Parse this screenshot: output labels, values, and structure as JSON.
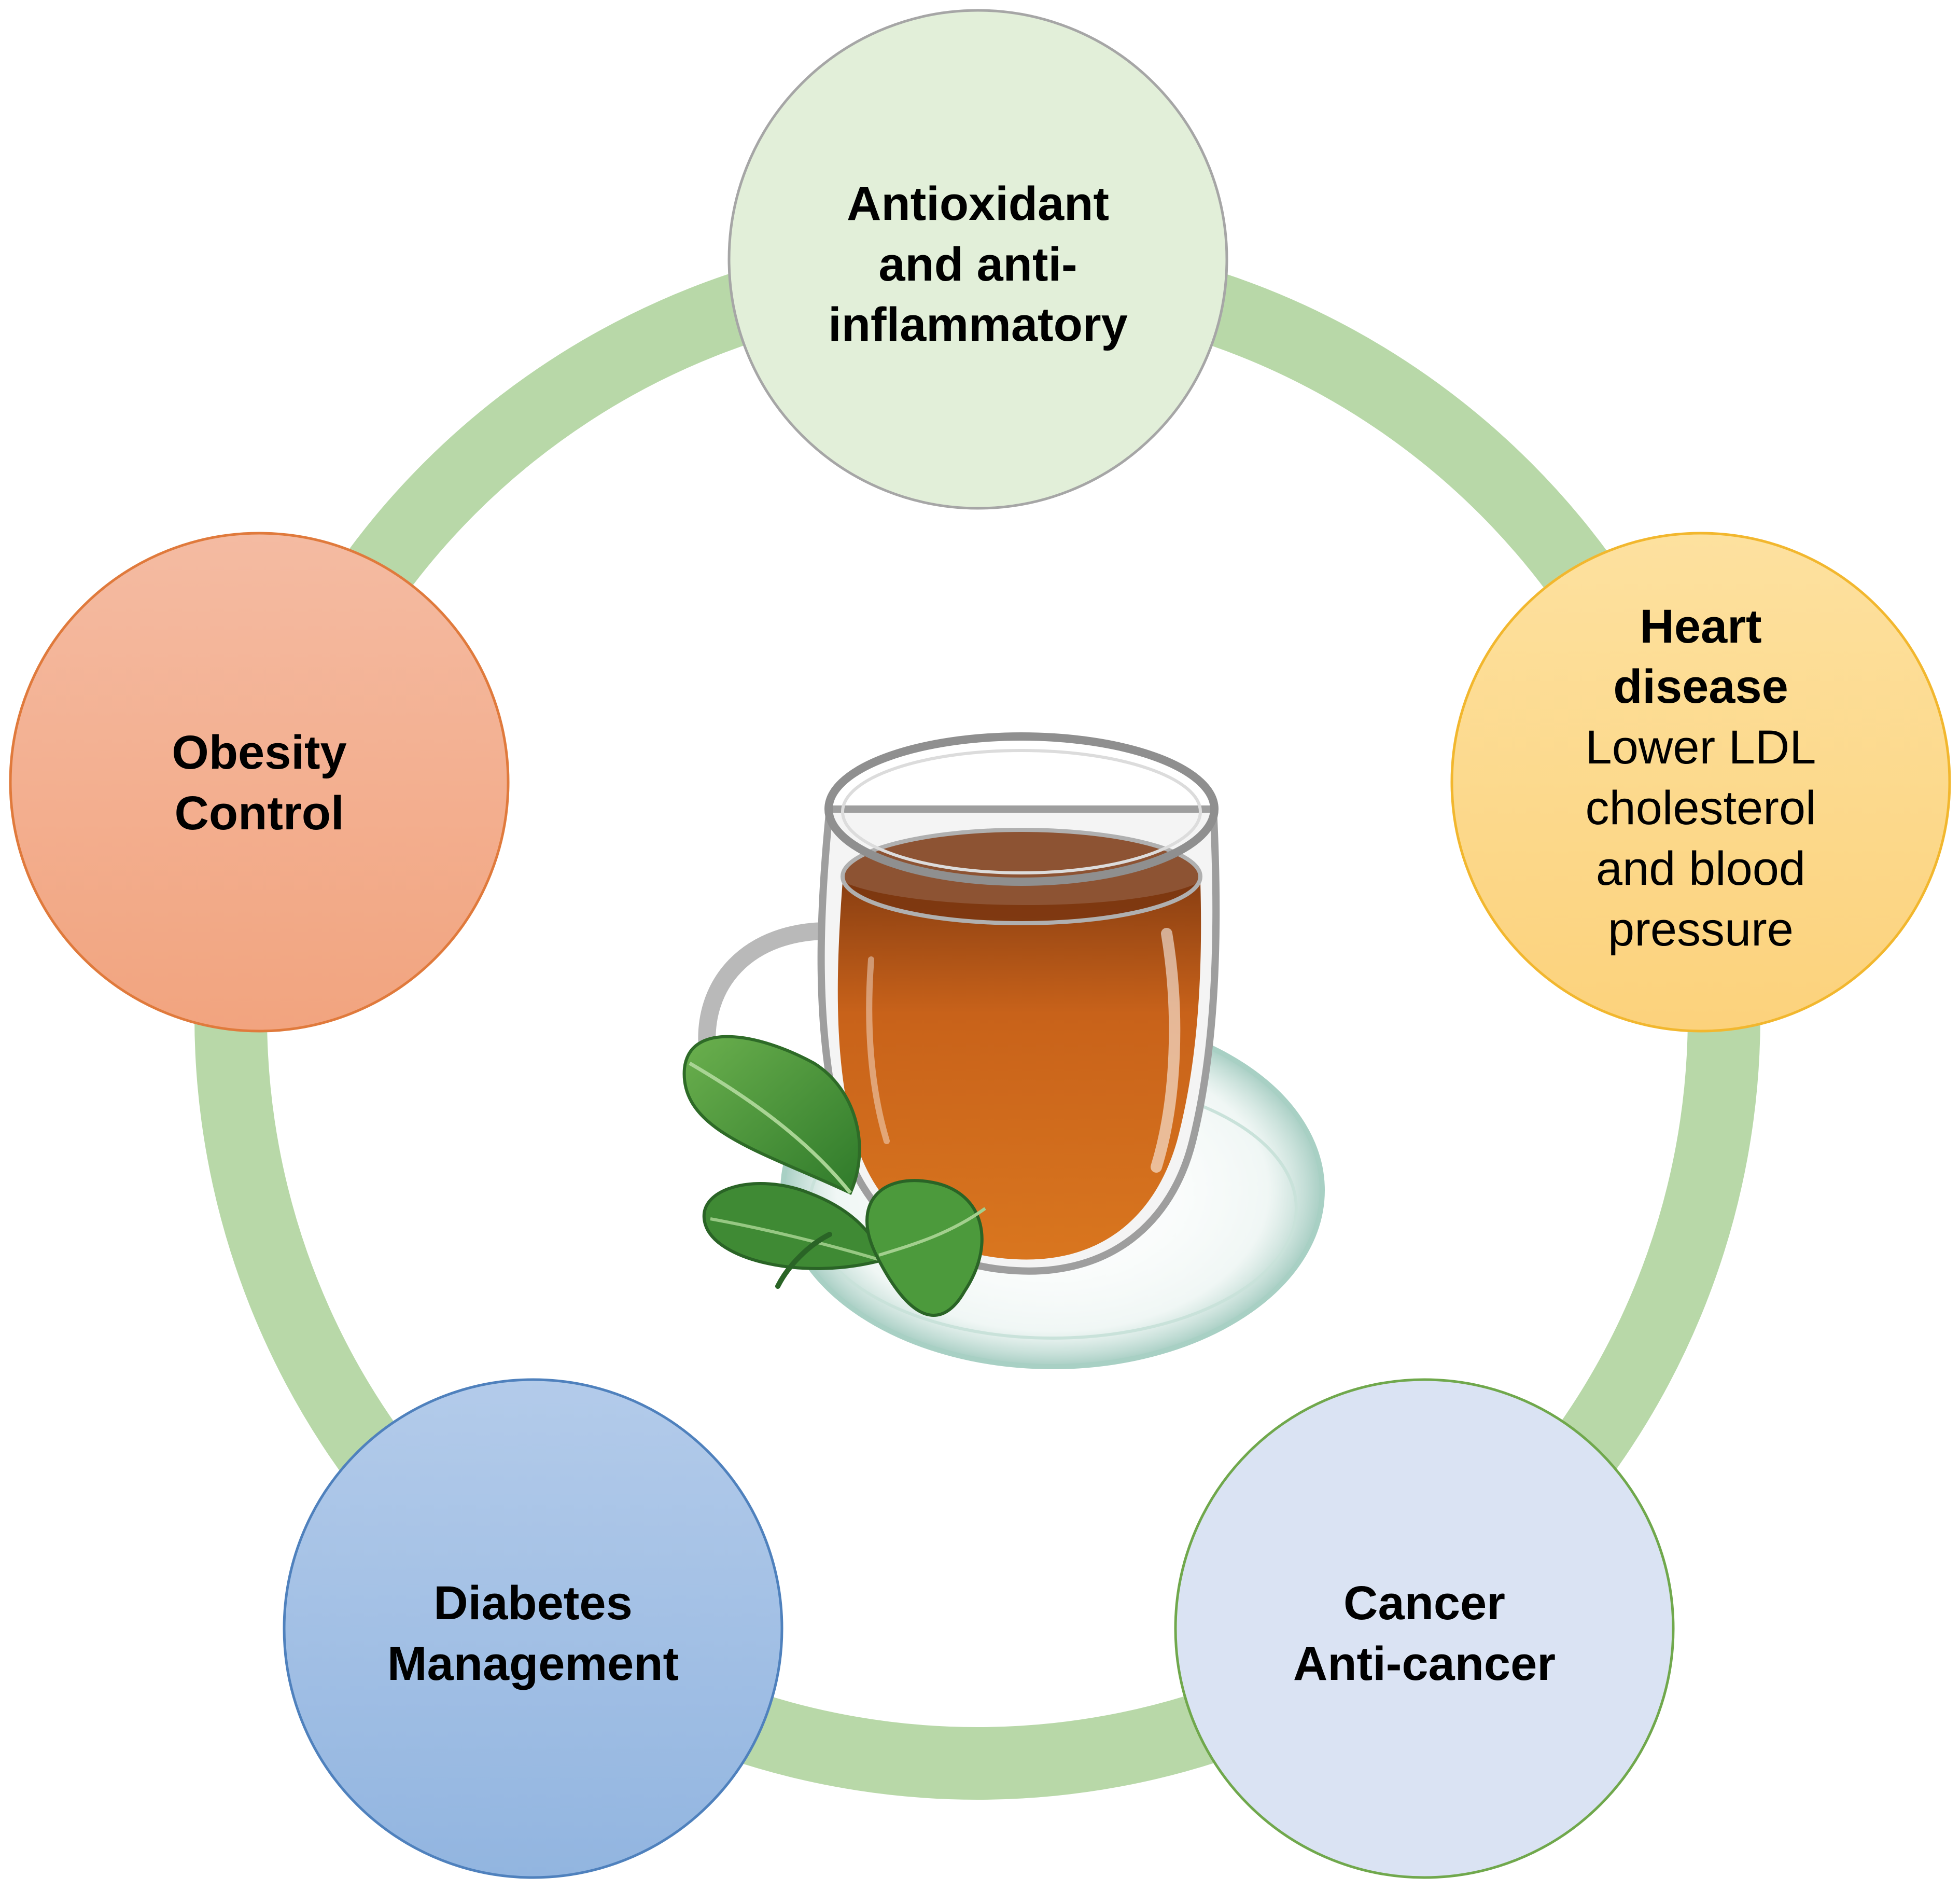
{
  "colors": {
    "ring": "#b8d8a8",
    "antioxidant_fill": "#e2efd9",
    "antioxidant_stroke": "#a6a6a6",
    "heart_fill": "#fcd68a",
    "heart_stroke": "#f2b72e",
    "obesity_fill": "#f3ab8c",
    "obesity_stroke": "#e07a3c",
    "diabetes_fill": "#9dbde4",
    "diabetes_stroke": "#4f81bd",
    "cancer_fill": "#dae3f3",
    "cancer_stroke": "#70a84c",
    "tea": "#c8621a",
    "leaf": "#4f9a3e"
  },
  "center_image": {
    "icon": "tea-cup-with-leaves-icon"
  },
  "nodes": {
    "antioxidant": {
      "lines": [
        "Antioxidant",
        "and anti-",
        "inflammatory"
      ]
    },
    "heart": {
      "title_lines": [
        "Heart",
        "disease"
      ],
      "body_lines": [
        "Lower LDL",
        "cholesterol",
        "and blood",
        "pressure"
      ]
    },
    "obesity": {
      "lines": [
        "Obesity",
        "Control"
      ]
    },
    "diabetes": {
      "lines": [
        "Diabetes",
        "Management"
      ]
    },
    "cancer": {
      "lines": [
        "Cancer",
        "Anti-cancer"
      ]
    }
  }
}
